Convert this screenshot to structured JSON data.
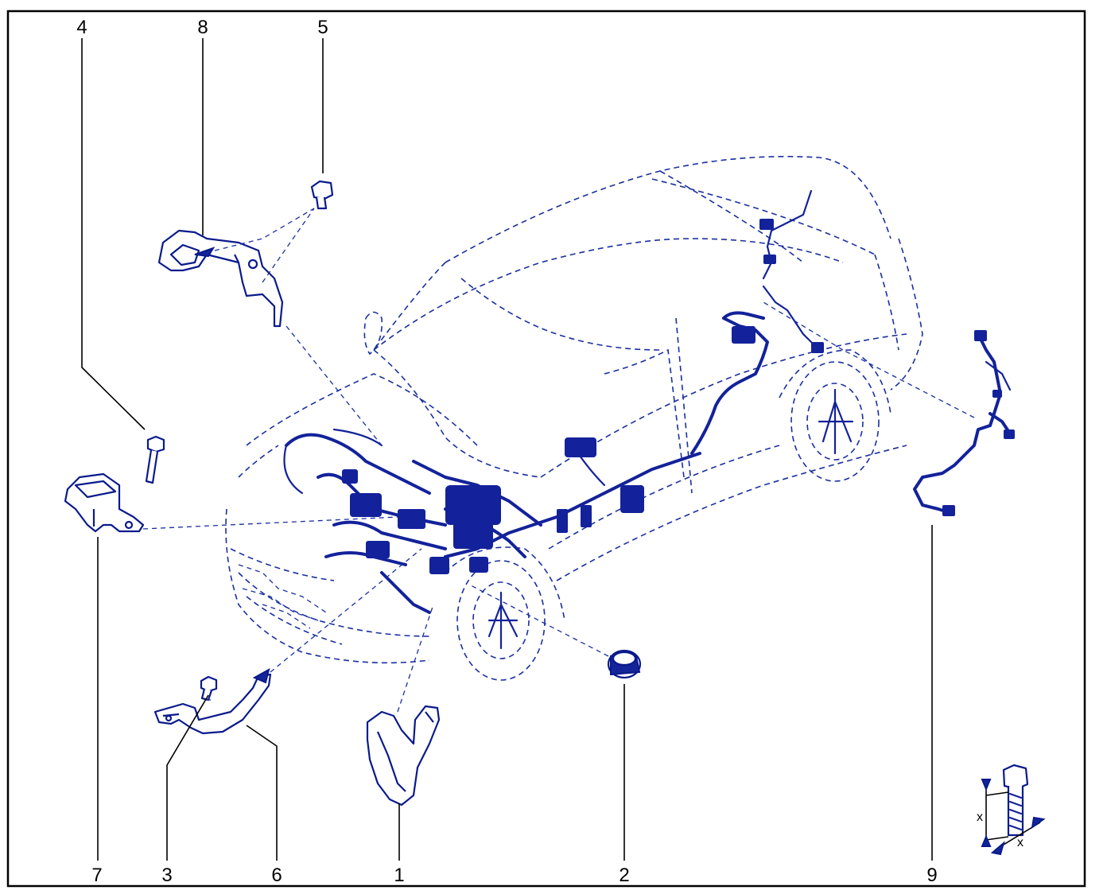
{
  "diagram": {
    "callouts": [
      {
        "id": "c1",
        "label": "1"
      },
      {
        "id": "c2",
        "label": "2"
      },
      {
        "id": "c3",
        "label": "3"
      },
      {
        "id": "c4",
        "label": "4"
      },
      {
        "id": "c5",
        "label": "5"
      },
      {
        "id": "c6",
        "label": "6"
      },
      {
        "id": "c7",
        "label": "7"
      },
      {
        "id": "c8",
        "label": "8"
      },
      {
        "id": "c9",
        "label": "9"
      }
    ],
    "torque_note": {
      "dim_label_a": "x",
      "dim_label_b": "x"
    }
  },
  "colors": {
    "line": "#1a2fa0",
    "part": "#0a1a8c",
    "frame": "#000000"
  }
}
